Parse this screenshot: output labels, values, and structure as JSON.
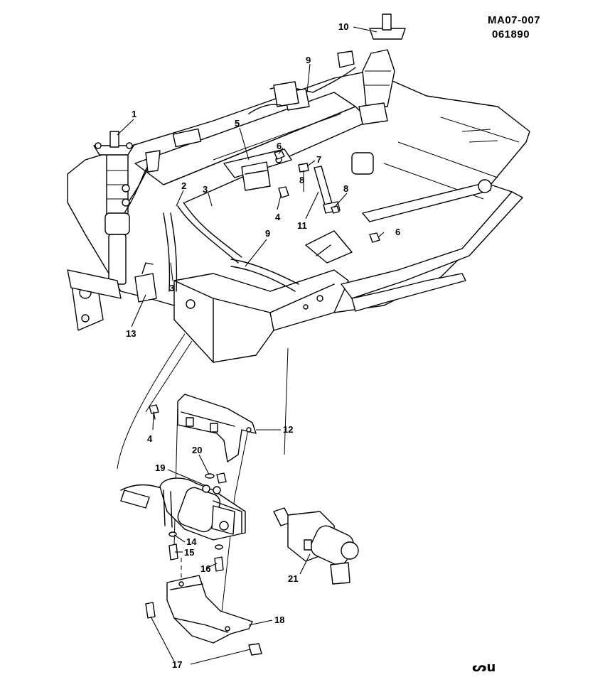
{
  "header": {
    "code": "MA07-007",
    "date": "061890"
  },
  "callouts": [
    {
      "id": "c1",
      "text": "1"
    },
    {
      "id": "c2",
      "text": "2"
    },
    {
      "id": "c3a",
      "text": "3"
    },
    {
      "id": "c3b",
      "text": "3"
    },
    {
      "id": "c4a",
      "text": "4"
    },
    {
      "id": "c4b",
      "text": "4"
    },
    {
      "id": "c5",
      "text": "5"
    },
    {
      "id": "c6a",
      "text": "6"
    },
    {
      "id": "c6b",
      "text": "6"
    },
    {
      "id": "c7",
      "text": "7"
    },
    {
      "id": "c8a",
      "text": "8"
    },
    {
      "id": "c8b",
      "text": "8"
    },
    {
      "id": "c9a",
      "text": "9"
    },
    {
      "id": "c9b",
      "text": "9"
    },
    {
      "id": "c10",
      "text": "10"
    },
    {
      "id": "c11",
      "text": "11"
    },
    {
      "id": "c12",
      "text": "12"
    },
    {
      "id": "c13",
      "text": "13"
    },
    {
      "id": "c14",
      "text": "14"
    },
    {
      "id": "c15",
      "text": "15"
    },
    {
      "id": "c16",
      "text": "16"
    },
    {
      "id": "c17",
      "text": "17"
    },
    {
      "id": "c18",
      "text": "18"
    },
    {
      "id": "c19",
      "text": "19"
    },
    {
      "id": "c20",
      "text": "20"
    },
    {
      "id": "c21",
      "text": "21"
    }
  ],
  "logo_mark": "ᔕu"
}
